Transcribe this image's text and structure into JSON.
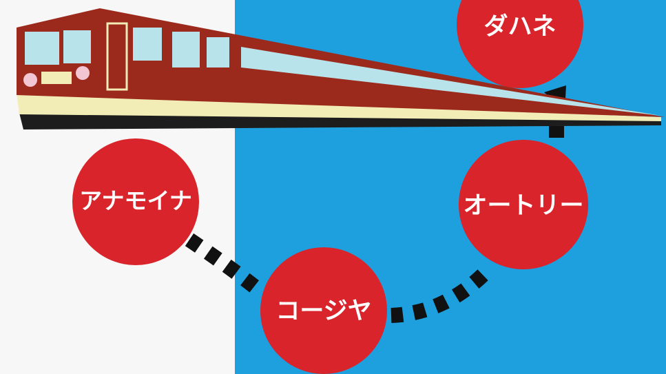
{
  "colors": {
    "left_background": "#f7f7f7",
    "right_background": "#1ea0df",
    "station_fill": "#d8242a",
    "station_text": "#ffffff",
    "train_body": "#9b2a1c",
    "train_window": "#b9e3ea",
    "train_stripe": "#f2ecb6",
    "train_skirt": "#1d1d1d",
    "path_dots": "#111111"
  },
  "diagram": {
    "stations": [
      {
        "id": "anamoina",
        "label": "アナモイナ"
      },
      {
        "id": "koujiya",
        "label": "コージヤ"
      },
      {
        "id": "ootorii",
        "label": "オートリー"
      },
      {
        "id": "dahane",
        "label": "ダハネ"
      }
    ],
    "route_order": [
      "anamoina",
      "koujiya",
      "ootorii",
      "dahane"
    ]
  }
}
